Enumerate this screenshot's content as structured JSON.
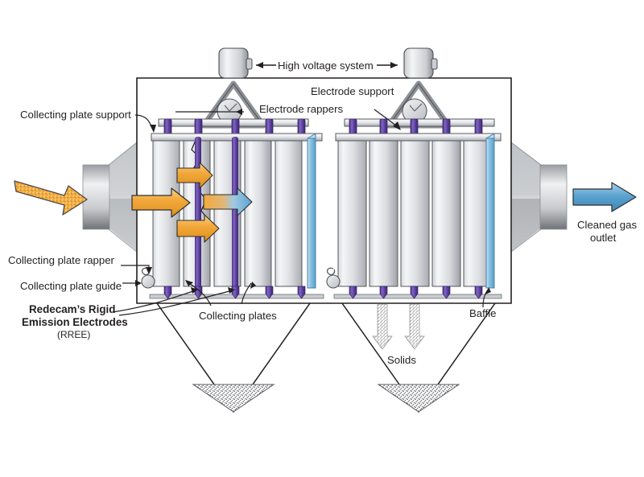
{
  "diagram": {
    "title": "Electrostatic Precipitator (ESP) cutaway schematic",
    "colors": {
      "electrode_purple": "#5f42a0",
      "electrode_purple_dark": "#4a3180",
      "gas_orange": "#f2a93b",
      "gas_orange_dark": "#c8821f",
      "clean_blue": "#5ba3d0",
      "clean_blue_dark": "#3a7fae",
      "baffle_blue": "#7fbbe0",
      "casing_outline": "#231f20",
      "plate_light": "#f2f2f4",
      "plate_mid": "#b9bbc0",
      "steel_light": "#fdfdfd",
      "steel_dark": "#6e7175",
      "text": "#231f20"
    }
  },
  "labels": {
    "high_voltage_system": "High voltage system",
    "electrode_support": "Electrode support",
    "electrode_rappers": "Electrode rappers",
    "collecting_plate_support": "Collecting plate support",
    "collecting_plate_rapper": "Collecting plate rapper",
    "collecting_plate_guide": "Collecting plate guide",
    "rree_line1": "Redecam’s Rigid",
    "rree_line2": "Emission Electrodes",
    "rree_line3": "(RREE)",
    "collecting_plates": "Collecting plates",
    "solids": "Solids",
    "baffle": "Baffle",
    "cleaned_gas_line1": "Cleaned gas",
    "cleaned_gas_line2": "outlet"
  },
  "icons": {
    "inlet_arrow": "dirty-gas-inlet-arrow",
    "outlet_arrow": "cleaned-gas-outlet-arrow",
    "gas_flow_arrow": "gas-flow-arrow",
    "clean_flow_arrow": "clean-gas-flow-arrow",
    "solids_fall_arrow": "solids-falling-arrow",
    "rapper_wheel": "rapper-wheel-icon",
    "transformer": "high-voltage-transformer-icon"
  },
  "structure": {
    "chamber_count": 2,
    "chamber1_plate_count": 6,
    "chamber2_plate_count": 5,
    "chamber1_electrode_count": 5,
    "chamber2_electrode_count": 5,
    "hopper_count": 2,
    "baffle_count": 2
  }
}
